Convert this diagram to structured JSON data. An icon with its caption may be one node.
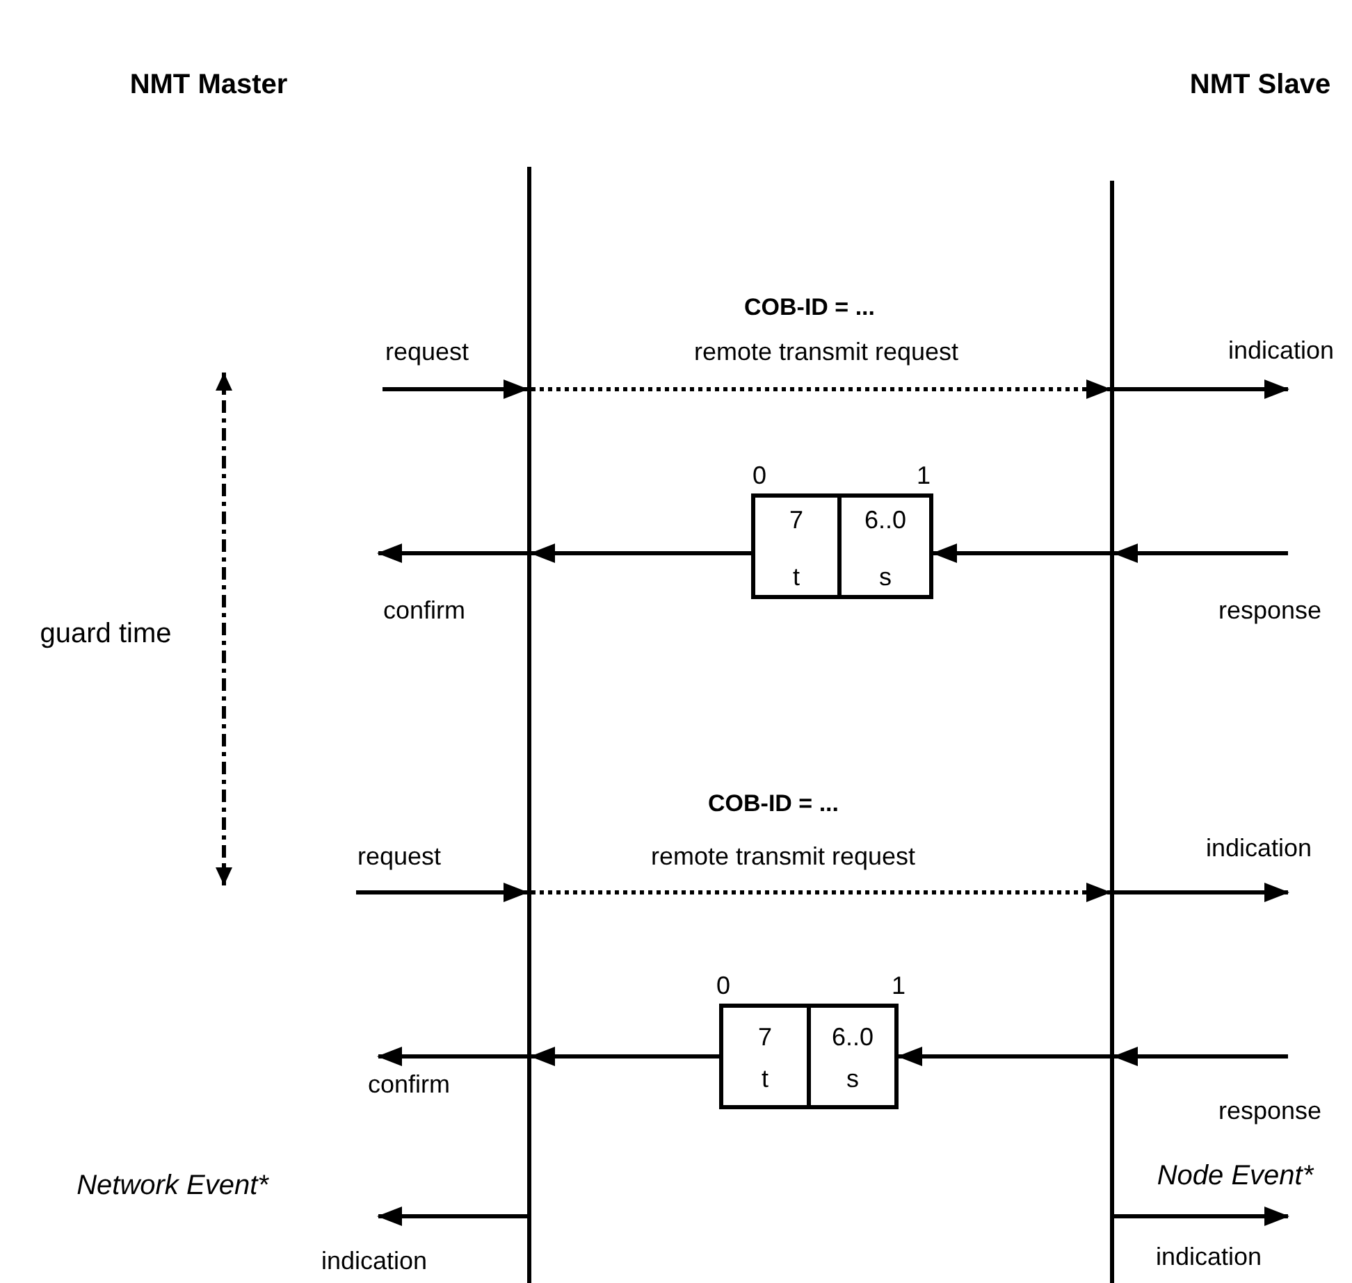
{
  "diagram": {
    "nodes": [
      {
        "text": [
          "NMT Master"
        ]
      },
      {
        "text": [
          "NMT Slave"
        ]
      },
      {
        "text": [],
        "shape": "bar"
      },
      {
        "text": [],
        "shape": "bar"
      },
      {
        "text": [
          "7",
          "t"
        ],
        "beside": [
          "0"
        ]
      },
      {
        "text": [
          "6..0",
          "s"
        ],
        "beside": [
          "1"
        ]
      },
      {
        "text": [
          "7",
          "t"
        ],
        "beside": [
          "0"
        ]
      },
      {
        "text": [
          "6..0",
          "s"
        ],
        "beside": [
          "1"
        ]
      }
    ],
    "edges": [
      {
        "from": null,
        "to": 2,
        "arrow": "to",
        "label": "request"
      },
      {
        "from": 2,
        "to": 3,
        "arrow": "to",
        "label": "remote transmit request",
        "style": "dashed"
      },
      {
        "from": 3,
        "to": null,
        "arrow": "to",
        "label": "indication"
      },
      {
        "from": null,
        "to": 3,
        "arrow": "to",
        "label": "response"
      },
      {
        "from": 3,
        "to": 5,
        "arrow": "to"
      },
      {
        "from": 4,
        "to": 2,
        "arrow": "to"
      },
      {
        "from": 2,
        "to": null,
        "arrow": "to",
        "label": "confirm"
      },
      {
        "from": null,
        "to": 2,
        "arrow": "to",
        "label": "request"
      },
      {
        "from": 2,
        "to": 3,
        "arrow": "to",
        "label": "remote transmit request",
        "style": "dashed"
      },
      {
        "from": 3,
        "to": null,
        "arrow": "to",
        "label": "indication"
      },
      {
        "from": null,
        "to": 3,
        "arrow": "to",
        "label": "response"
      },
      {
        "from": 3,
        "to": 7,
        "arrow": "to"
      },
      {
        "from": 6,
        "to": 2,
        "arrow": "to"
      },
      {
        "from": 2,
        "to": null,
        "arrow": "to",
        "label": "confirm"
      },
      {
        "from": 2,
        "to": null,
        "arrow": "to",
        "label": "indication"
      },
      {
        "from": 3,
        "to": null,
        "arrow": "to",
        "label": "indication"
      }
    ],
    "labels": [
      "COB-ID = ...",
      "guard time",
      "COB-ID = ...",
      "Network Event*",
      "Node Event*"
    ]
  }
}
